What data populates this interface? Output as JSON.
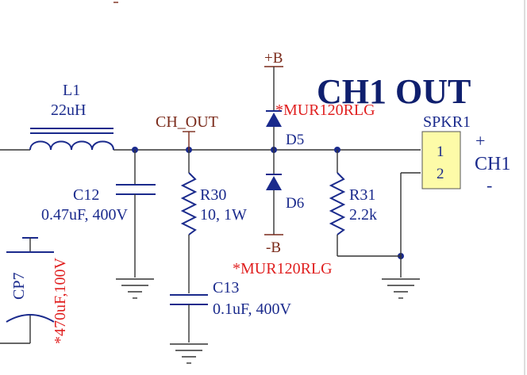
{
  "title": "CH1 OUT",
  "net_labels": {
    "ch_out": "CH_OUT",
    "plus_b": "+B",
    "minus_b": "-B"
  },
  "components": {
    "l1": {
      "ref": "L1",
      "value": "22uH"
    },
    "c12": {
      "ref": "C12",
      "value": "0.47uF, 400V"
    },
    "r30": {
      "ref": "R30",
      "value": "10, 1W"
    },
    "c13": {
      "ref": "C13",
      "value": "0.1uF, 400V"
    },
    "d5": {
      "ref": "D5",
      "part": "*MUR120RLG"
    },
    "d6": {
      "ref": "D6",
      "part": "*MUR120RLG"
    },
    "r31": {
      "ref": "R31",
      "value": "2.2k"
    },
    "cp7": {
      "ref": "CP7",
      "value": "*470uF,100V"
    },
    "spkr1": {
      "ref": "SPKR1",
      "pin1": "1",
      "pin2": "2"
    }
  },
  "connector_labels": {
    "plus": "+",
    "name": "CH1",
    "minus": "-"
  },
  "colors": {
    "component_text": "#1a2a8c",
    "part_number_text": "#e02020",
    "net_label_text": "#7a2a1a",
    "title_text": "#0f1f6e",
    "connector_fill": "#fdfba8"
  }
}
